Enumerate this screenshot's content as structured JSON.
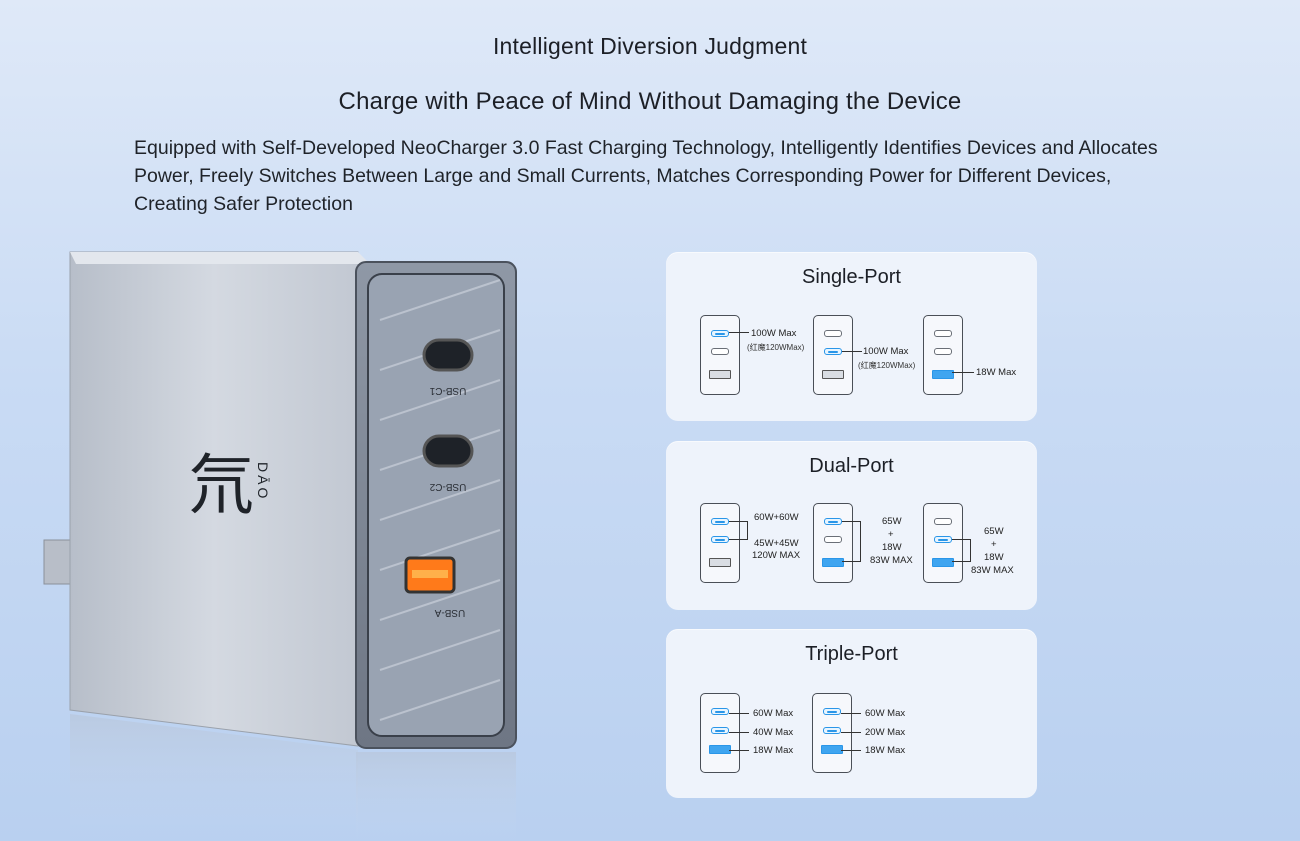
{
  "header": {
    "title": "Intelligent Diversion Judgment",
    "subtitle": "Charge with Peace of Mind Without Damaging the Device",
    "description": "Equipped with Self-Developed NeoCharger 3.0 Fast Charging Technology, Intelligently Identifies Devices and Allocates Power, Freely Switches Between Large and Small Currents, Matches Corresponding Power for Different Devices, Creating Safer Protection"
  },
  "product": {
    "brand_glyph": "氘",
    "brand_text": "DĀO",
    "port_labels": [
      "USB-C1",
      "USB-C2",
      "USB-A"
    ]
  },
  "panels": {
    "single": {
      "title": "Single-Port",
      "d1_label": "100W Max",
      "d1_sub": "(红魔120WMax)",
      "d2_label": "100W Max",
      "d2_sub": "(红魔120WMax)",
      "d3_label": "18W Max"
    },
    "dual": {
      "title": "Dual-Port",
      "d1_top": "60W+60W",
      "d1_mid": "45W+45W",
      "d1_bot": "120W MAX",
      "d2_a": "65W",
      "d2_plus": "+",
      "d2_b": "18W",
      "d2_c": "83W MAX",
      "d3_a": "65W",
      "d3_plus": "+",
      "d3_b": "18W",
      "d3_c": "83W MAX"
    },
    "triple": {
      "title": "Triple-Port",
      "d1": [
        "60W Max",
        "40W Max",
        "18W Max"
      ],
      "d2": [
        "60W Max",
        "20W Max",
        "18W Max"
      ]
    }
  },
  "colors": {
    "accent": "#2a96e8",
    "background": "#c9dbf4",
    "panel": "#eef3fb"
  }
}
